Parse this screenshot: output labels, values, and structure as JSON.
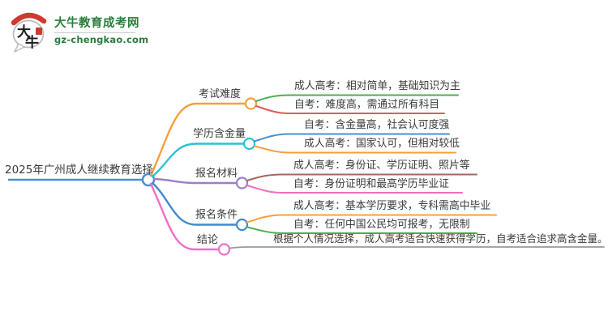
{
  "logo": {
    "icon_char_top": "大",
    "icon_char_bottom": "牛",
    "site_name": "大牛教育成考网",
    "site_url": "gz-chengkao.com",
    "brand_green": "#2b7d3c",
    "seal_red": "#cf3a30"
  },
  "mindmap": {
    "root": {
      "label": "2025年广州成人继续教育选择",
      "color": "#4a8fd3"
    },
    "branches": [
      {
        "label": "考试难度",
        "color": "#f5a03c",
        "children": [
          {
            "text": "成人高考：相对简单，基础知识为主",
            "color": "#4caf50"
          },
          {
            "text": "自考：难度高，需通过所有科目",
            "color": "#df5a5a"
          }
        ]
      },
      {
        "label": "学历含金量",
        "color": "#29c2d8",
        "children": [
          {
            "text": "自考：含金量高，社会认可度强",
            "color": "#4a8fd3"
          },
          {
            "text": "成人高考：国家认可，但相对较低",
            "color": "#f5a03c"
          }
        ]
      },
      {
        "label": "报名材料",
        "color": "#9b7ec8",
        "children": [
          {
            "text": "成人高考：身份证、学历证明、照片等",
            "color": "#a2685c"
          },
          {
            "text": "自考：身份证明和最高学历毕业证",
            "color": "#ee6fc0"
          }
        ]
      },
      {
        "label": "报名条件",
        "color": "#4489ce",
        "children": [
          {
            "text": "成人高考：基本学历要求，专科需高中毕业",
            "color": "#f5a03c"
          },
          {
            "text": "自考：任何中国公民均可报考，无限制",
            "color": "#4caf50"
          }
        ]
      },
      {
        "label": "结论",
        "color": "#f06fc6",
        "children": [
          {
            "text": "根据个人情况选择，成人高考适合快速获得学历，自考适合追求高含金量。",
            "color": "#999999"
          }
        ]
      }
    ]
  }
}
